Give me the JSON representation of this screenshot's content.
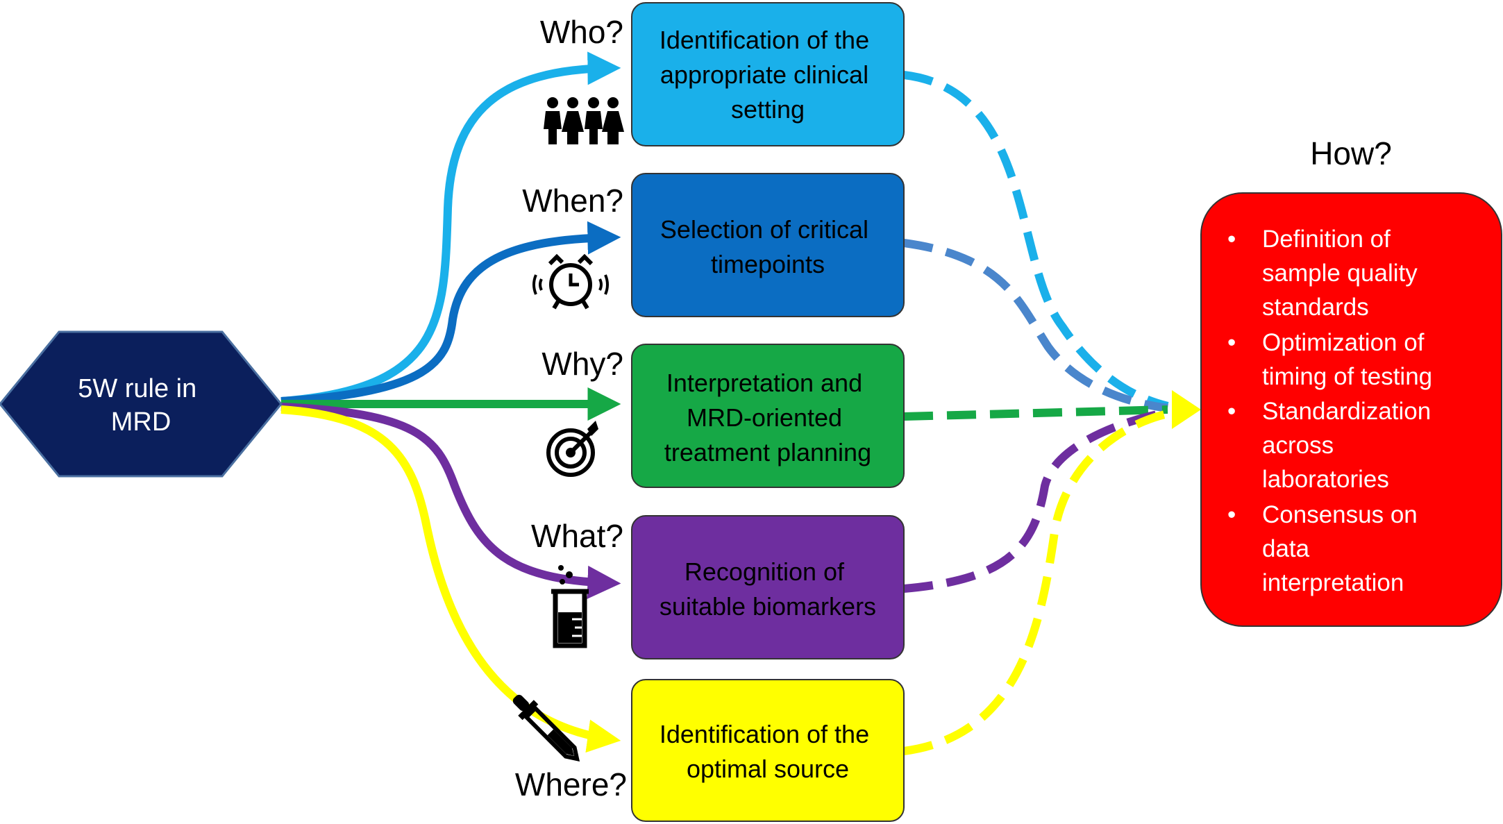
{
  "hub": {
    "lines": [
      "5W rule in",
      "MRD"
    ],
    "color": "#0b1f5c"
  },
  "branches": [
    {
      "question": "Who?",
      "icon": "people-icon",
      "color": "#1ab0ea",
      "text_color": "#000000",
      "lines": [
        "Identification of the",
        "appropriate clinical",
        "setting"
      ]
    },
    {
      "question": "When?",
      "icon": "alarm-clock-icon",
      "color": "#0b6dc2",
      "text_color": "#000000",
      "lines": [
        "Selection of critical",
        "timepoints"
      ]
    },
    {
      "question": "Why?",
      "icon": "target-icon",
      "color": "#16a846",
      "text_color": "#000000",
      "lines": [
        "Interpretation and",
        "MRD-oriented",
        "treatment planning"
      ]
    },
    {
      "question": "What?",
      "icon": "beaker-icon",
      "color": "#6e2e9f",
      "text_color": "#000000",
      "lines": [
        "Recognition of",
        "suitable biomarkers"
      ]
    },
    {
      "question": "Where?",
      "icon": "dropper-icon",
      "color": "#ffff00",
      "text_color": "#000000",
      "lines": [
        "Identification of the",
        "optimal source"
      ]
    }
  ],
  "how": {
    "title": "How?",
    "color": "#ff0000",
    "bullet": "•",
    "items": [
      [
        "Definition of",
        "sample quality",
        "standards"
      ],
      [
        "Optimization of",
        "timing of testing"
      ],
      [
        "Standardization",
        "across",
        "laboratories"
      ],
      [
        "Consensus on",
        "data",
        "interpretation"
      ]
    ]
  }
}
